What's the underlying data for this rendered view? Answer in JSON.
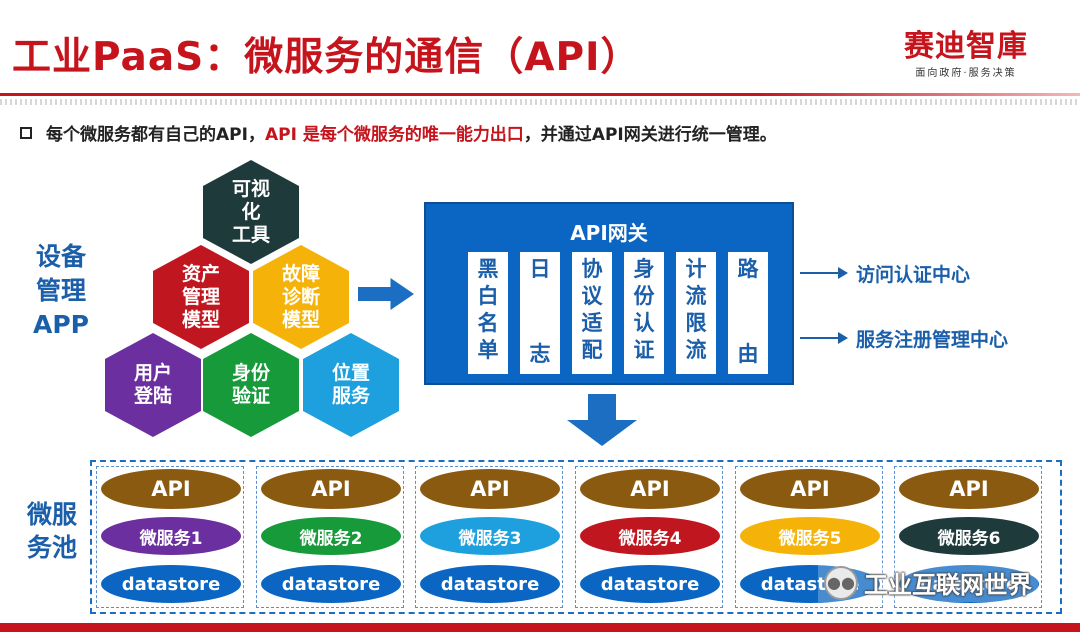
{
  "header": {
    "title": "工业PaaS：微服务的通信（API）",
    "logo_main": "赛迪智庫",
    "logo_sub": "面向政府·服务决策"
  },
  "bullet": {
    "part1": "每个微服务都有自己的API，",
    "part2": "API 是每个微服务的唯一能力出口",
    "part3": "，并通过API网关进行统一管理。"
  },
  "left_label": [
    "设备",
    "管理",
    "APP"
  ],
  "hexagons": [
    {
      "label": "可视\n化\n工具",
      "color": "#1e3a3a"
    },
    {
      "label": "资产\n管理\n模型",
      "color": "#c0161f"
    },
    {
      "label": "故障\n诊断\n模型",
      "color": "#f5b30a"
    },
    {
      "label": "用户\n登陆",
      "color": "#6b2fa0"
    },
    {
      "label": "身份\n验证",
      "color": "#169a3a"
    },
    {
      "label": "位置\n服务",
      "color": "#1ea0de"
    }
  ],
  "gateway": {
    "title": "API网关",
    "columns": [
      {
        "chars": [
          "黑",
          "白",
          "名",
          "单"
        ]
      },
      {
        "chars": [
          "日",
          "",
          "",
          "志"
        ]
      },
      {
        "chars": [
          "协",
          "议",
          "适",
          "配"
        ]
      },
      {
        "chars": [
          "身",
          "份",
          "认",
          "证"
        ]
      },
      {
        "chars": [
          "计",
          "流",
          "限",
          "流"
        ]
      },
      {
        "chars": [
          "路",
          "",
          "",
          "由"
        ]
      }
    ]
  },
  "side_labels": {
    "auth": "访问认证中心",
    "registry": "服务注册管理中心"
  },
  "pool_label": [
    "微服",
    "务池"
  ],
  "microservices": [
    {
      "api": "API",
      "name": "微服务1",
      "color": "#6b2fa0",
      "store": "datastore"
    },
    {
      "api": "API",
      "name": "微服务2",
      "color": "#169a3a",
      "store": "datastore"
    },
    {
      "api": "API",
      "name": "微服务3",
      "color": "#1ea0de",
      "store": "datastore"
    },
    {
      "api": "API",
      "name": "微服务4",
      "color": "#c0161f",
      "store": "datastore"
    },
    {
      "api": "API",
      "name": "微服务5",
      "color": "#f5b30a",
      "store": "datastore"
    },
    {
      "api": "API",
      "name": "微服务6",
      "color": "#1e3a3a",
      "store": "datastore"
    }
  ],
  "watermark": {
    "text": "工业互联网世界",
    "icon": "wechat-icon"
  }
}
